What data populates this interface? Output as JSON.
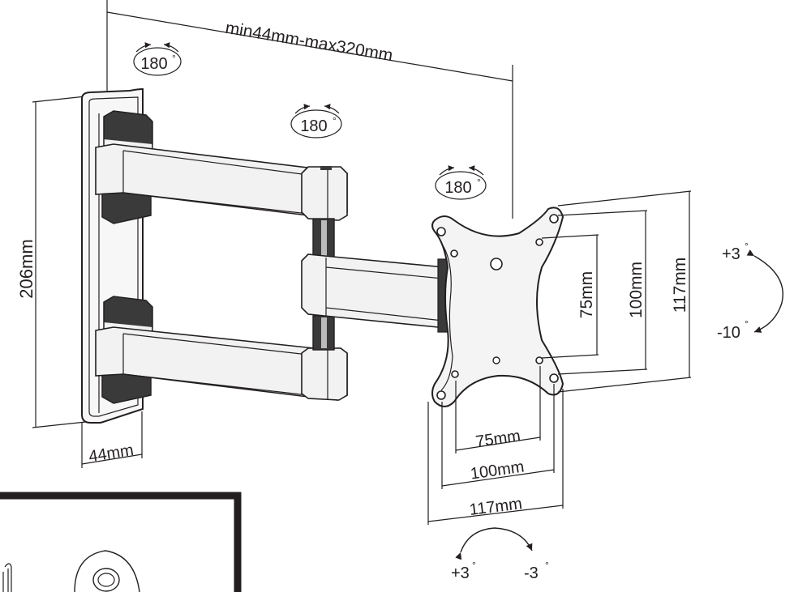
{
  "dimensions": {
    "arm_extension": "min44mm-max320mm",
    "wall_plate_height": "206mm",
    "wall_plate_depth": "44mm",
    "vesa_vertical_small": "75mm",
    "vesa_vertical_medium": "100mm",
    "vesa_vertical_large": "117mm",
    "vesa_horizontal_small": "75mm",
    "vesa_horizontal_medium": "100mm",
    "vesa_horizontal_large": "117mm"
  },
  "rotation": {
    "wall_joint": "180",
    "mid_joint": "180",
    "head_joint": "180",
    "degree_symbol": "°"
  },
  "tilt": {
    "up": "+3",
    "down": "-10"
  },
  "level": {
    "plus": "+3",
    "minus": "-3"
  },
  "colors": {
    "line": "#231f20",
    "fill_dark": "#3a3a3a",
    "fill_light": "#f2f2f2"
  }
}
